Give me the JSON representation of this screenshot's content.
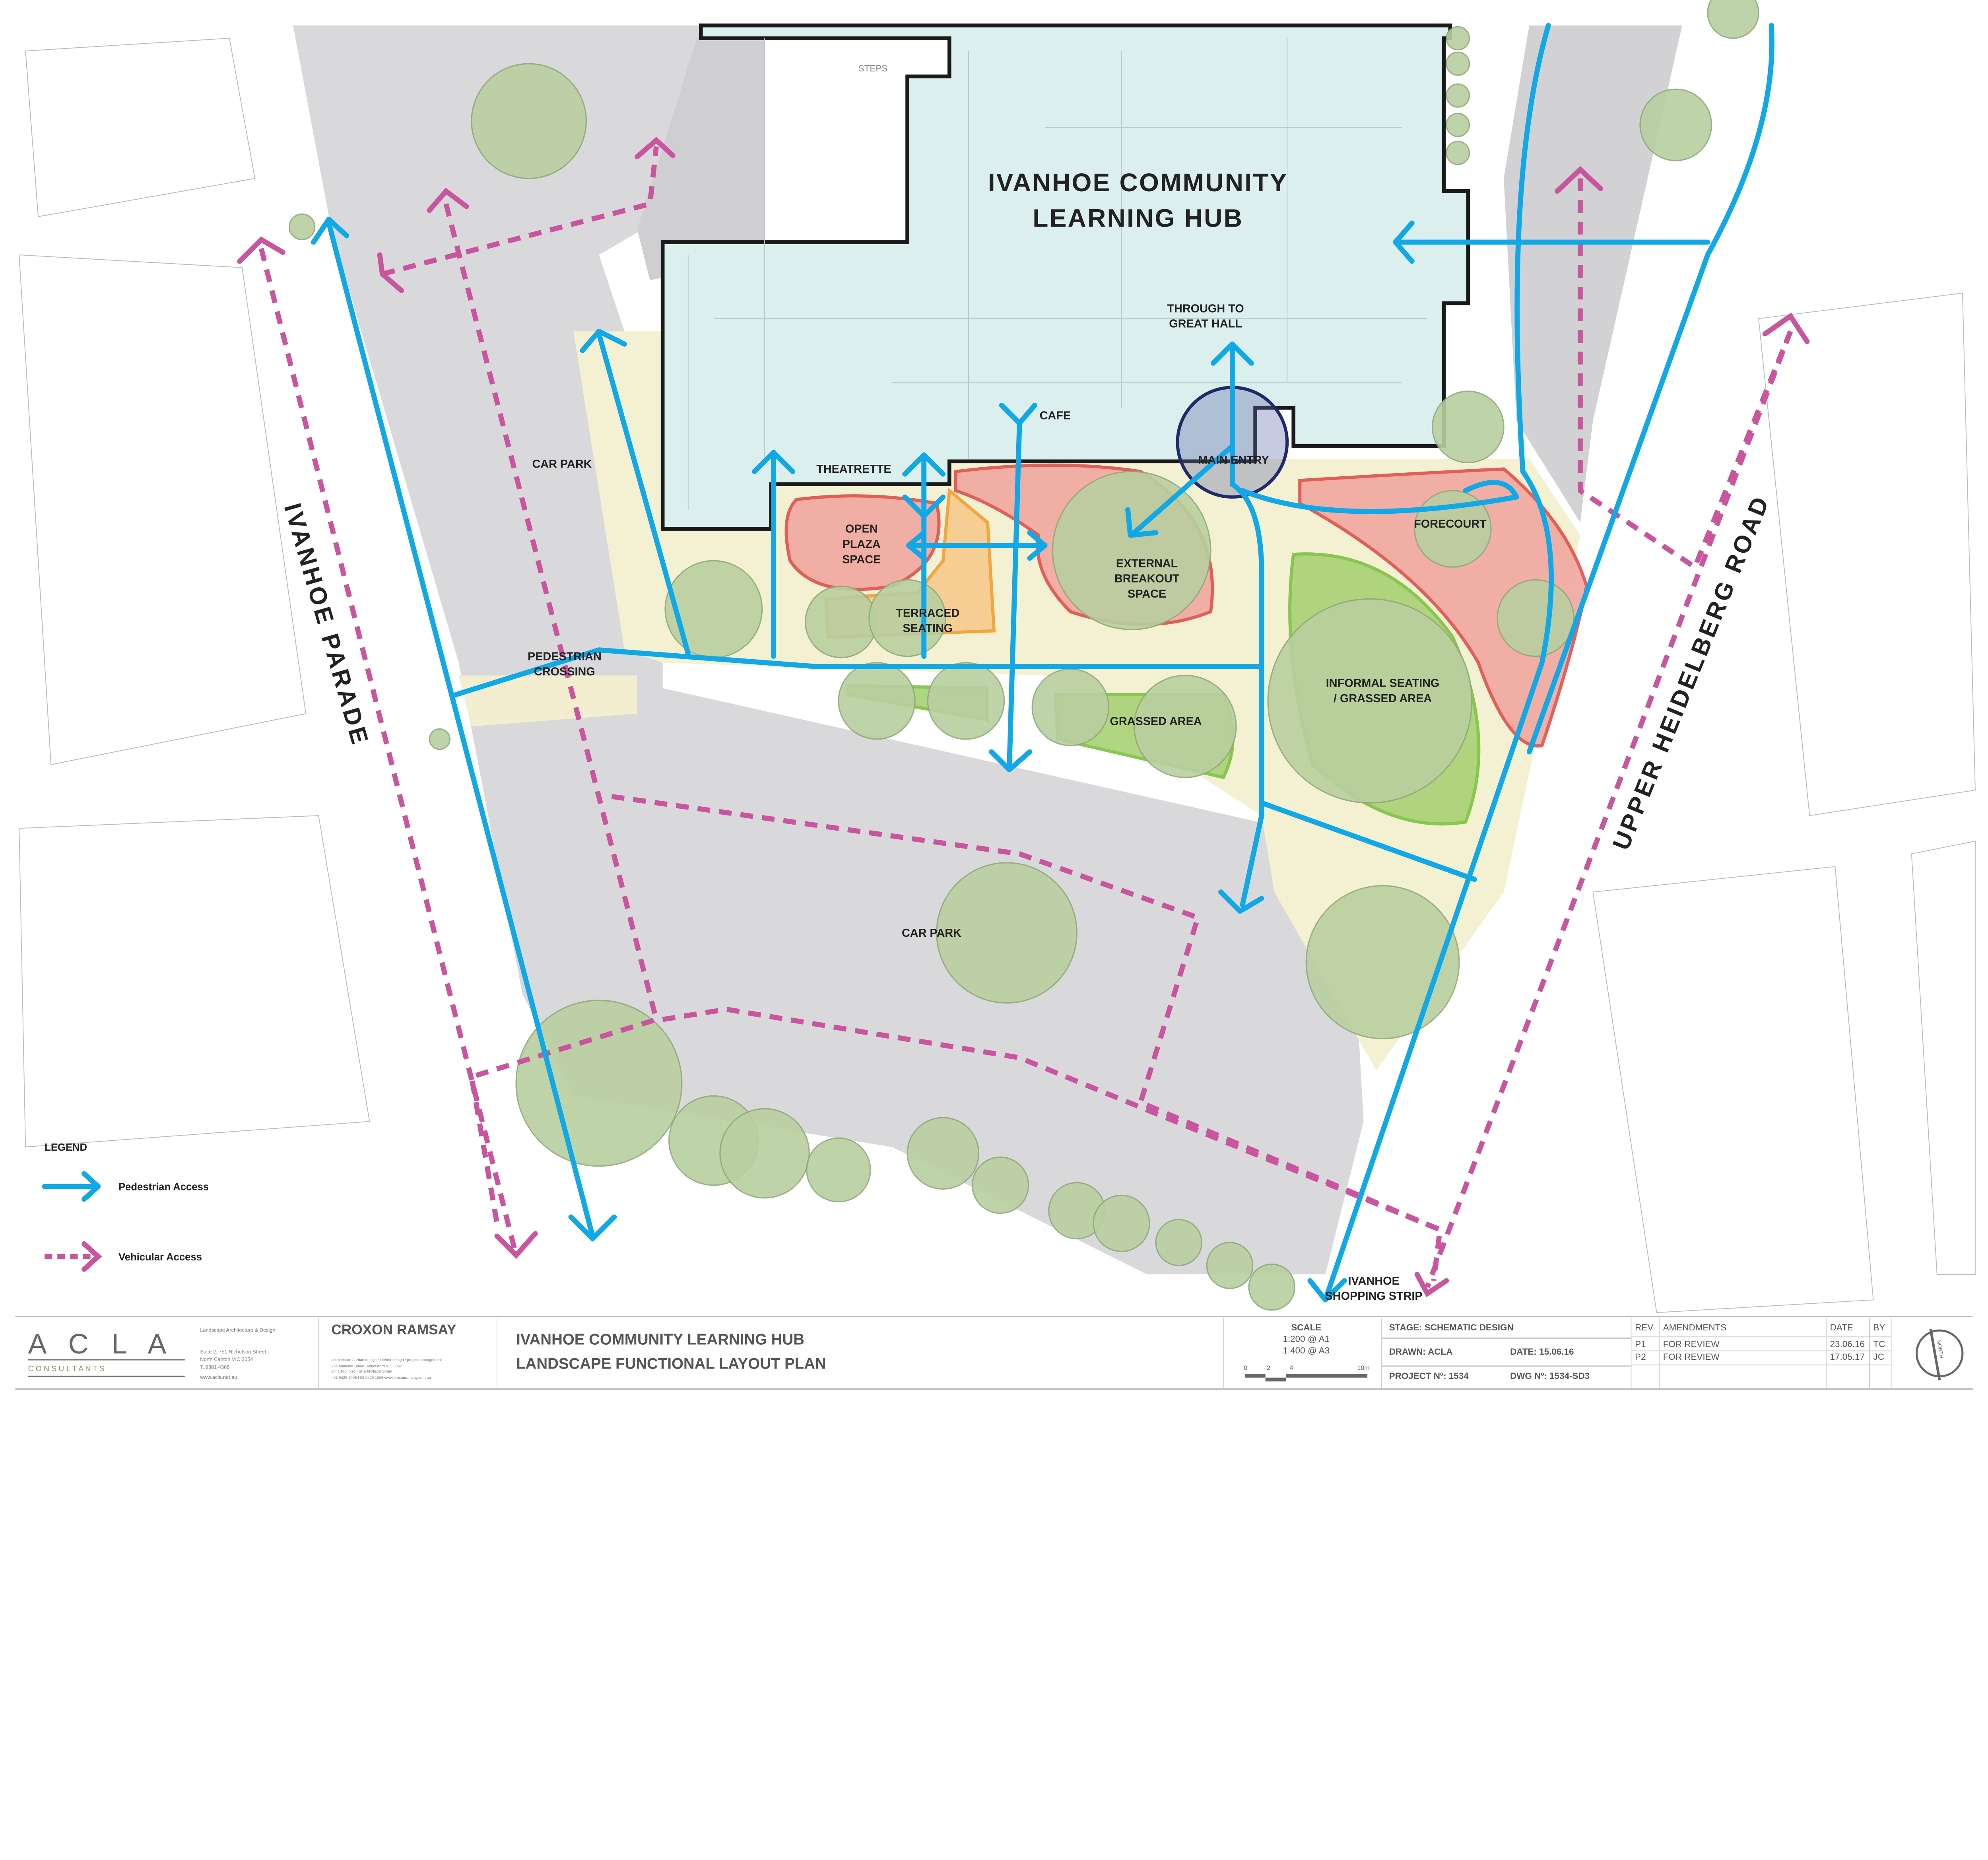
{
  "plan": {
    "building_title_line1": "IVANHOE  COMMUNITY",
    "building_title_line2": "LEARNING HUB",
    "steps": "STEPS",
    "labels": {
      "through_line1": "THROUGH TO",
      "through_line2": "GREAT HALL",
      "cafe": "CAFE",
      "theatrette": "THEATRETTE",
      "main_entry": "MAIN ENTRY",
      "open_plaza_1": "OPEN",
      "open_plaza_2": "PLAZA",
      "open_plaza_3": "SPACE",
      "breakout_1": "EXTERNAL",
      "breakout_2": "BREAKOUT",
      "breakout_3": "SPACE",
      "forecourt": "FORECOURT",
      "terraced_1": "TERRACED",
      "terraced_2": "SEATING",
      "car_park_north": "CAR PARK",
      "crossing_1": "PEDESTRIAN",
      "crossing_2": "CROSSING",
      "grassed_area": "GRASSED AREA",
      "informal_1": "INFORMAL SEATING",
      "informal_2": "/ GRASSED AREA",
      "car_park_south": "CAR PARK",
      "shopping_1": "IVANHOE",
      "shopping_2": "SHOPPING STRIP"
    },
    "roads": {
      "west": "IVANHOE  PARADE",
      "east": "UPPER  HEIDELBERG  ROAD"
    }
  },
  "legend": {
    "title": "LEGEND",
    "items": [
      {
        "label": "Pedestrian Access",
        "color": "#10a8e6",
        "style": "solid-arrow"
      },
      {
        "label": "Vehicular Access",
        "color": "#c9559f",
        "style": "dashed-arrow"
      }
    ]
  },
  "title_block": {
    "acla_logo": "A C L A",
    "acla_sub": "C O N S U L T A N T S",
    "acla_tagline": "Landscape Architecture & Design",
    "acla_address_1": "Suite 2, 751 Nicholson Street",
    "acla_address_2": "North Carlton  VIC  3054",
    "acla_phone": "T. 9381 4366",
    "acla_web": "www.acla.net.au",
    "croxon_logo": "CROXON RAMSAY",
    "croxon_desc": "architecture / urban design / interior design / project management",
    "croxon_address_1": "234 Madison Street, Abbotsford VIC 3067",
    "croxon_address_2": "cnr 1 Nicholson St & Mollison Street",
    "croxon_contact": "t 03 9429 1005 f 03 9429 1006 www.croxonramsay.com.au",
    "project_title": "IVANHOE COMMUNITY LEARNING HUB",
    "drawing_title": "LANDSCAPE FUNCTIONAL LAYOUT PLAN",
    "scale_label": "SCALE",
    "scale_1": "1:200 @ A1",
    "scale_2": "1:400 @ A3",
    "scale_bar": [
      "0",
      "2",
      "4",
      "10m"
    ],
    "stage": "STAGE: SCHEMATIC DESIGN",
    "drawn": "DRAWN: ACLA",
    "date": "DATE: 15.06.16",
    "project_no": "PROJECT Nº: 1534",
    "dwg_no": "DWG Nº: 1534-SD3",
    "rev_headers": [
      "REV",
      "AMENDMENTS",
      "DATE",
      "BY"
    ],
    "revisions": [
      {
        "rev": "P1",
        "amendment": "FOR REVIEW",
        "date": "23.06.16",
        "by": "TC"
      },
      {
        "rev": "P2",
        "amendment": "FOR REVIEW",
        "date": "17.05.17",
        "by": "JC"
      }
    ],
    "north_label": "NORTH"
  }
}
